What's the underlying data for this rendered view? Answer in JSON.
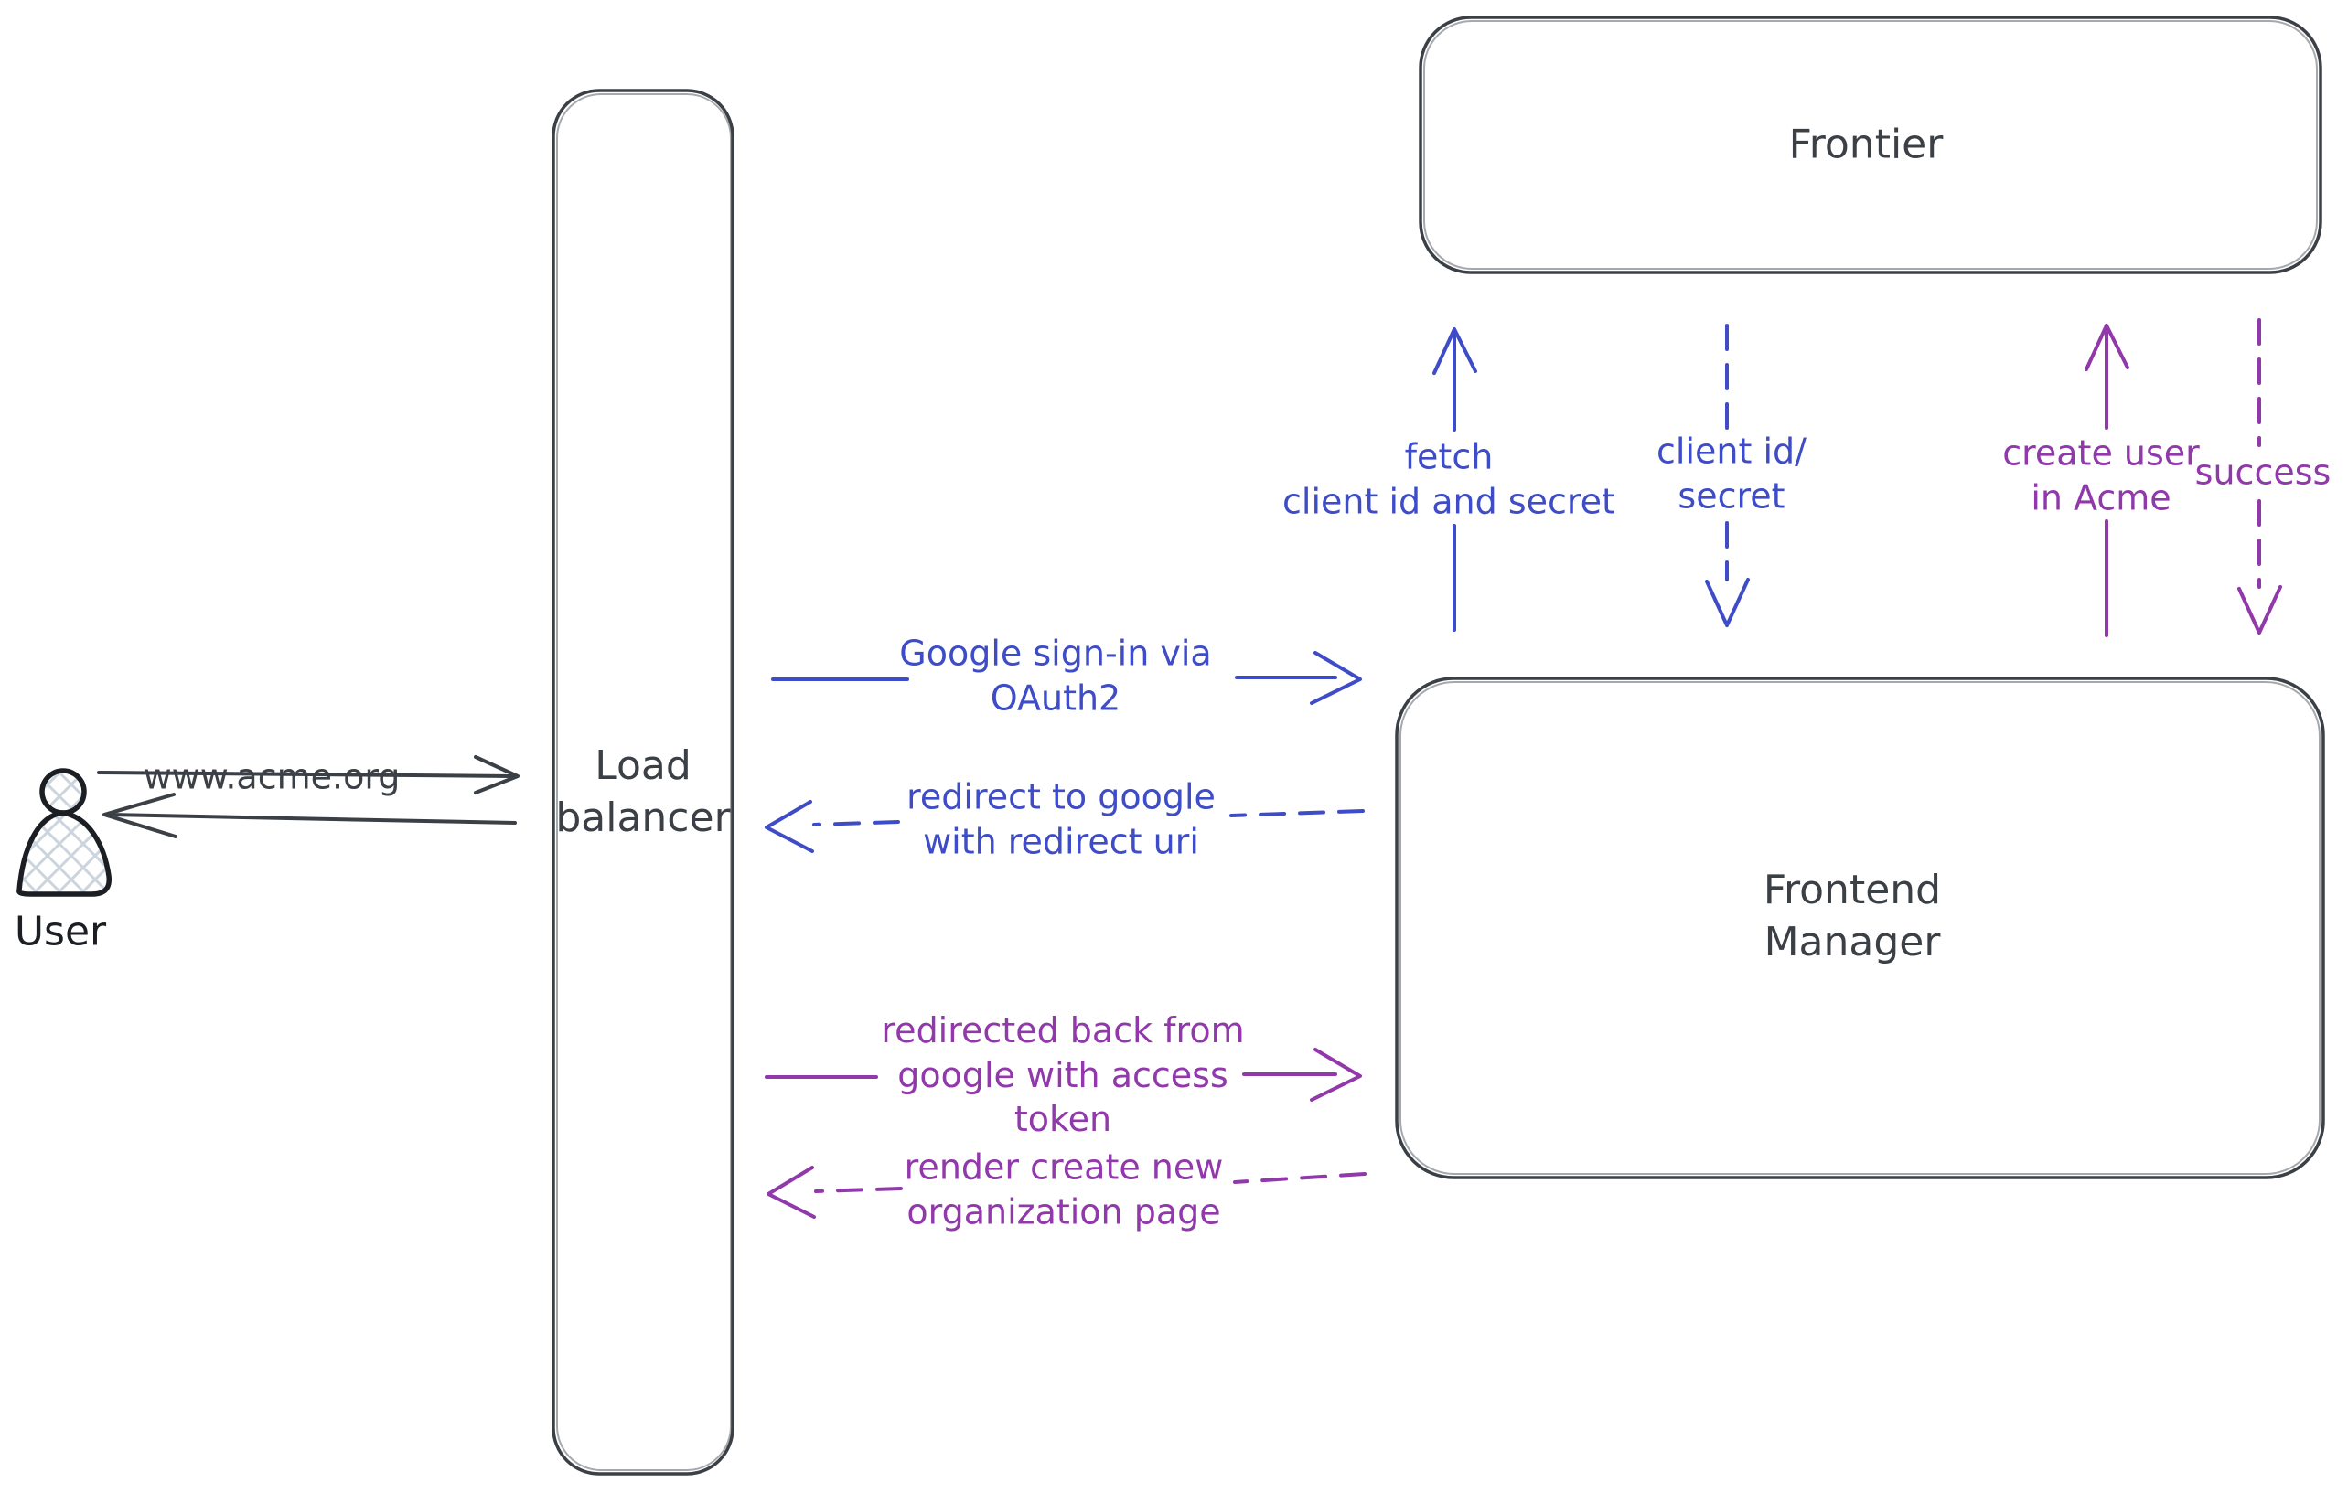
{
  "colors": {
    "ink": "#3a4046",
    "figure": "#1b1e23",
    "blue": "#3e4cc7",
    "purple": "#9138ab",
    "hatch": "#ccd5de",
    "bg": "#ffffff"
  },
  "nodes": {
    "user": {
      "label": "User"
    },
    "load_balancer": {
      "label": "Load\nbalancer"
    },
    "frontier": {
      "label": "Frontier"
    },
    "frontend_manager": {
      "label": "Frontend\nManager"
    }
  },
  "edges": {
    "acme_request": {
      "label": "www.acme.org",
      "style": "solid",
      "color": "dark",
      "direction": "right"
    },
    "acme_response": {
      "label": "",
      "style": "solid",
      "color": "dark",
      "direction": "left"
    },
    "google_signin": {
      "label": "Google sign-in via\nOAuth2",
      "style": "solid",
      "color": "blue",
      "direction": "right"
    },
    "redirect_to_google": {
      "label": "redirect to google\nwith redirect uri",
      "style": "dashed",
      "color": "blue",
      "direction": "left"
    },
    "redirected_back": {
      "label": "redirected back from\ngoogle with access\ntoken",
      "style": "solid",
      "color": "purple",
      "direction": "right"
    },
    "render_org_page": {
      "label": "render create new\norganization page",
      "style": "dashed",
      "color": "purple",
      "direction": "left"
    },
    "fetch_client": {
      "label": "fetch\nclient id and secret",
      "style": "solid",
      "color": "blue",
      "direction": "up"
    },
    "client_id_secret": {
      "label": "client id/\nsecret",
      "style": "dashed",
      "color": "blue",
      "direction": "down"
    },
    "create_user": {
      "label": "create user\nin Acme",
      "style": "solid",
      "color": "purple",
      "direction": "up"
    },
    "success": {
      "label": "success",
      "style": "dashed",
      "color": "purple",
      "direction": "down"
    }
  }
}
